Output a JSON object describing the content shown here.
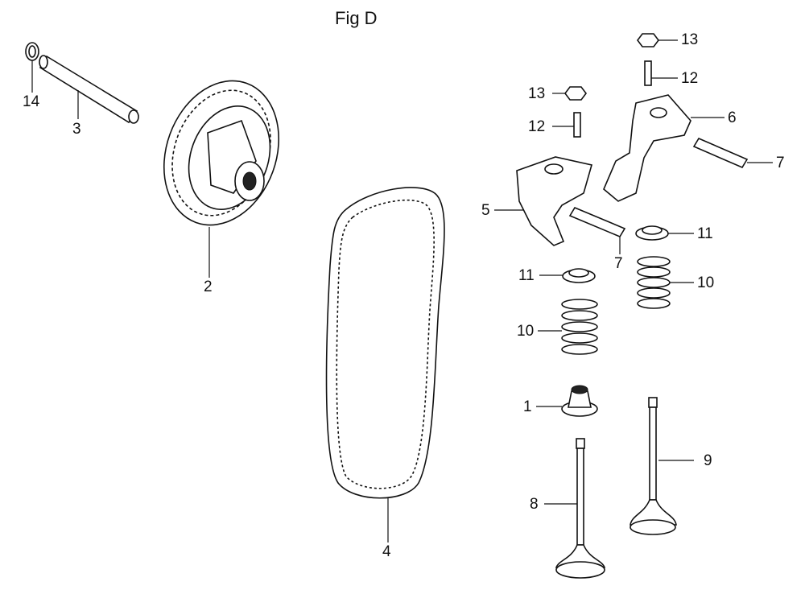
{
  "figure": {
    "title": "Fig D"
  },
  "callouts": [
    {
      "id": "c14a",
      "text": "14"
    },
    {
      "id": "c3",
      "text": "3"
    },
    {
      "id": "c2",
      "text": "2"
    },
    {
      "id": "c4",
      "text": "4"
    },
    {
      "id": "c13a",
      "text": "13"
    },
    {
      "id": "c12a",
      "text": "12"
    },
    {
      "id": "c13b",
      "text": "13"
    },
    {
      "id": "c12b",
      "text": "12"
    },
    {
      "id": "c6",
      "text": "6"
    },
    {
      "id": "c7a",
      "text": "7"
    },
    {
      "id": "c5",
      "text": "5"
    },
    {
      "id": "c7b",
      "text": "7"
    },
    {
      "id": "c11a",
      "text": "11"
    },
    {
      "id": "c11b",
      "text": "11"
    },
    {
      "id": "c10a",
      "text": "10"
    },
    {
      "id": "c10b",
      "text": "10"
    },
    {
      "id": "c1",
      "text": "1"
    },
    {
      "id": "c9",
      "text": "9"
    },
    {
      "id": "c8",
      "text": "8"
    }
  ]
}
